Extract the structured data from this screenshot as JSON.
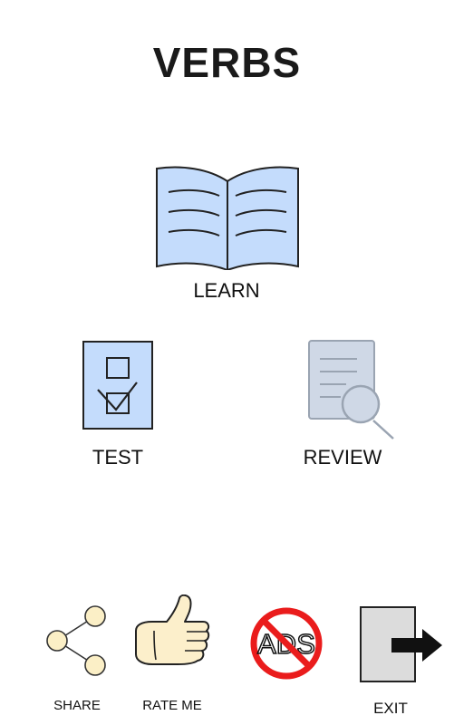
{
  "header": {
    "title": "VERBS"
  },
  "menu": {
    "learn": {
      "label": "LEARN",
      "icon": "open-book-icon"
    },
    "test": {
      "label": "TEST",
      "icon": "checklist-icon"
    },
    "review": {
      "label": "REVIEW",
      "icon": "document-search-icon"
    }
  },
  "footer": {
    "share": {
      "label": "SHARE",
      "icon": "share-icon"
    },
    "rate": {
      "label": "RATE ME",
      "icon": "thumbs-up-icon"
    },
    "no_ads": {
      "label": "ADS",
      "icon": "no-ads-icon"
    },
    "exit": {
      "label": "EXIT",
      "icon": "exit-door-icon"
    }
  },
  "colors": {
    "light_blue": "#c4dcfc",
    "grey_blue": "#cfd8e6",
    "skin": "#fcefcb",
    "share_fill": "#fbefc6",
    "prohibit_red": "#ea1c1c",
    "door_grey": "#dcdcdc"
  }
}
